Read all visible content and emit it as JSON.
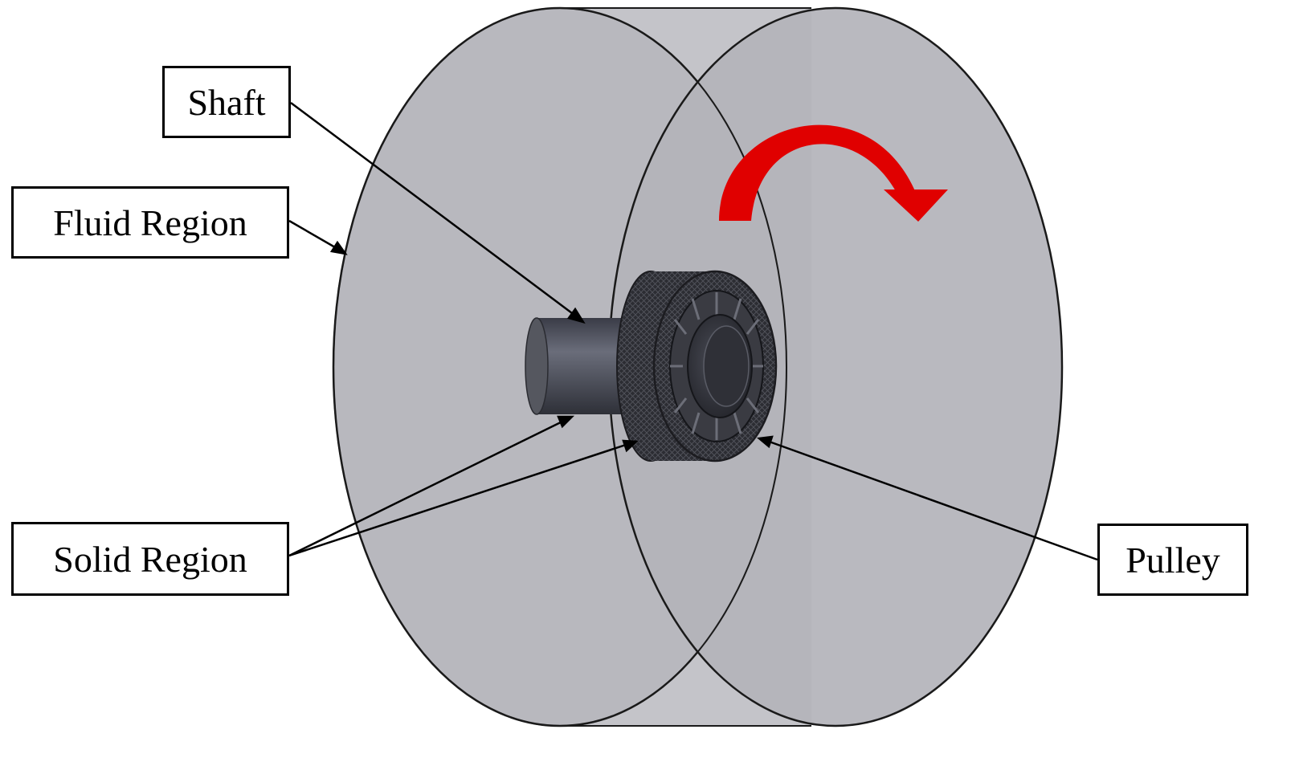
{
  "labels": {
    "shaft": "Shaft",
    "fluid_region": "Fluid Region",
    "solid_region": "Solid Region",
    "pulley": "Pulley"
  },
  "colors": {
    "fluid_region_fill": "#b9b9bf",
    "fluid_region_overlap": "#a9a9b0",
    "outline": "#1a1a1a",
    "shaft": "#4b4d58",
    "pulley_mesh": "#2a2a30",
    "rotation_arrow": "#e00000",
    "leader_line": "#000000"
  },
  "icons": {
    "rotation": "curved-rotation-arrow-icon"
  }
}
